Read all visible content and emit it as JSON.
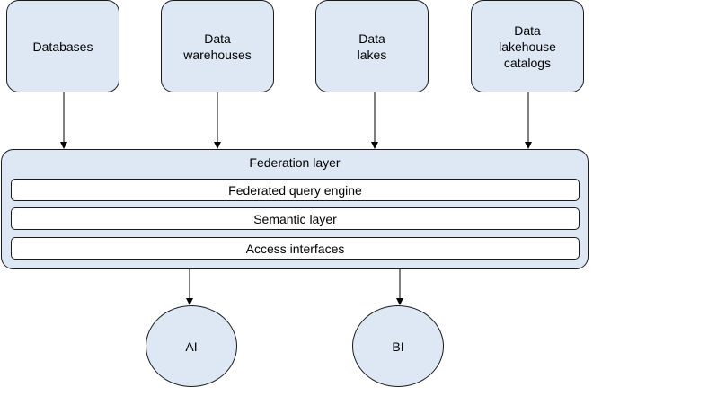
{
  "sources": [
    {
      "label": "Databases"
    },
    {
      "label": "Data\nwarehouses"
    },
    {
      "label": "Data\nlakes"
    },
    {
      "label": "Data\nlakehouse\ncatalogs"
    }
  ],
  "federation": {
    "title": "Federation layer",
    "components": [
      {
        "label": "Federated query engine"
      },
      {
        "label": "Semantic layer"
      },
      {
        "label": "Access interfaces"
      }
    ]
  },
  "consumers": [
    {
      "label": "AI"
    },
    {
      "label": "BI"
    }
  ],
  "colors": {
    "node_fill": "#dde8f4",
    "component_fill": "#ffffff",
    "stroke": "#1a1a1a"
  }
}
